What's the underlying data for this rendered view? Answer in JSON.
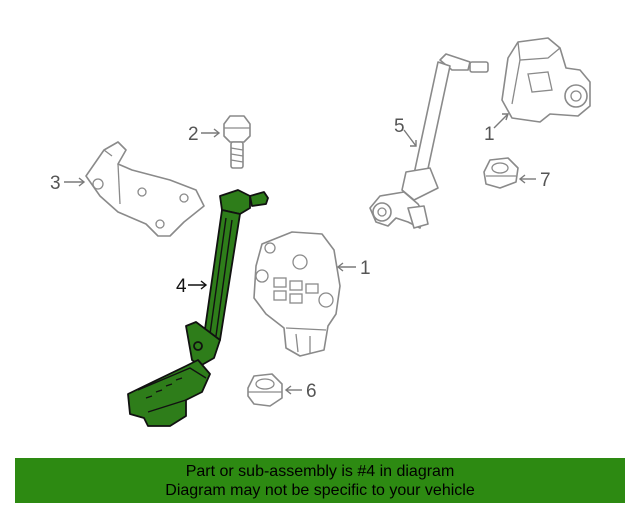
{
  "callouts": {
    "part_1a": "1",
    "part_1b": "1",
    "part_2": "2",
    "part_3": "3",
    "part_4": "4",
    "part_5": "5",
    "part_6": "6",
    "part_7": "7"
  },
  "highlighted_part": "4",
  "colors": {
    "highlight": "#2e7d1a",
    "banner": "#2d8a12"
  },
  "banner": {
    "line1": "Part or sub-assembly is #4 in diagram",
    "line2": "Diagram may not be specific to your vehicle"
  }
}
